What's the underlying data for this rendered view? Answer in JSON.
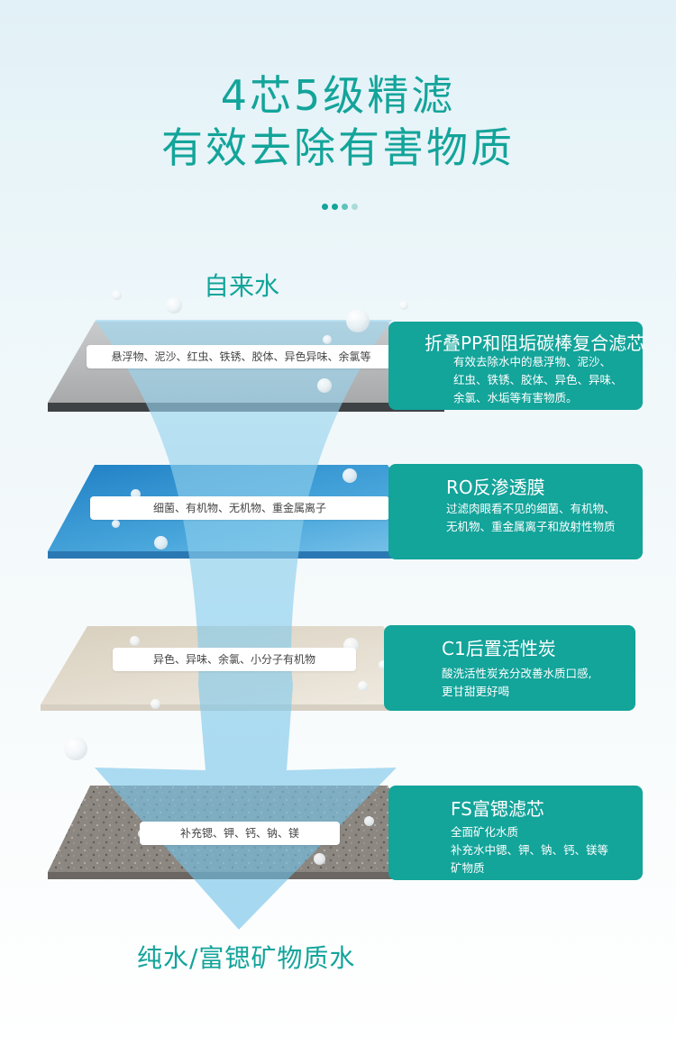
{
  "header": {
    "title_line1": "4芯5级精滤",
    "title_line2": "有效去除有害物质"
  },
  "flow": {
    "input_label": "自来水",
    "output_label": "纯水/富锶矿物质水"
  },
  "layers": [
    {
      "removes": "悬浮物、泥沙、红虫、铁锈、胶体、异色异味、余氯等",
      "name": "折叠PP和阻垢碳棒复合滤芯",
      "desc": [
        "有效去除水中的悬浮物、泥沙、",
        "红虫、铁锈、胶体、异色、异味、",
        "余氯、水垢等有害物质。"
      ]
    },
    {
      "removes": "细菌、有机物、无机物、重金属离子",
      "name": "RO反渗透膜",
      "desc": [
        "过滤肉眼看不见的细菌、有机物、",
        "无机物、重金属离子和放射性物质"
      ]
    },
    {
      "removes": "异色、异味、余氯、小分子有机物",
      "name": "C1后置活性炭",
      "desc": [
        "酸洗活性炭充分改善水质口感,",
        "更甘甜更好喝"
      ]
    },
    {
      "removes": "补充锶、钾、钙、钠、镁",
      "name": "FS富锶滤芯",
      "desc": [
        "全面矿化水质",
        "补充水中锶、钾、钠、钙、镁等",
        "矿物质"
      ]
    }
  ],
  "colors": {
    "accent": "#13a49a"
  }
}
